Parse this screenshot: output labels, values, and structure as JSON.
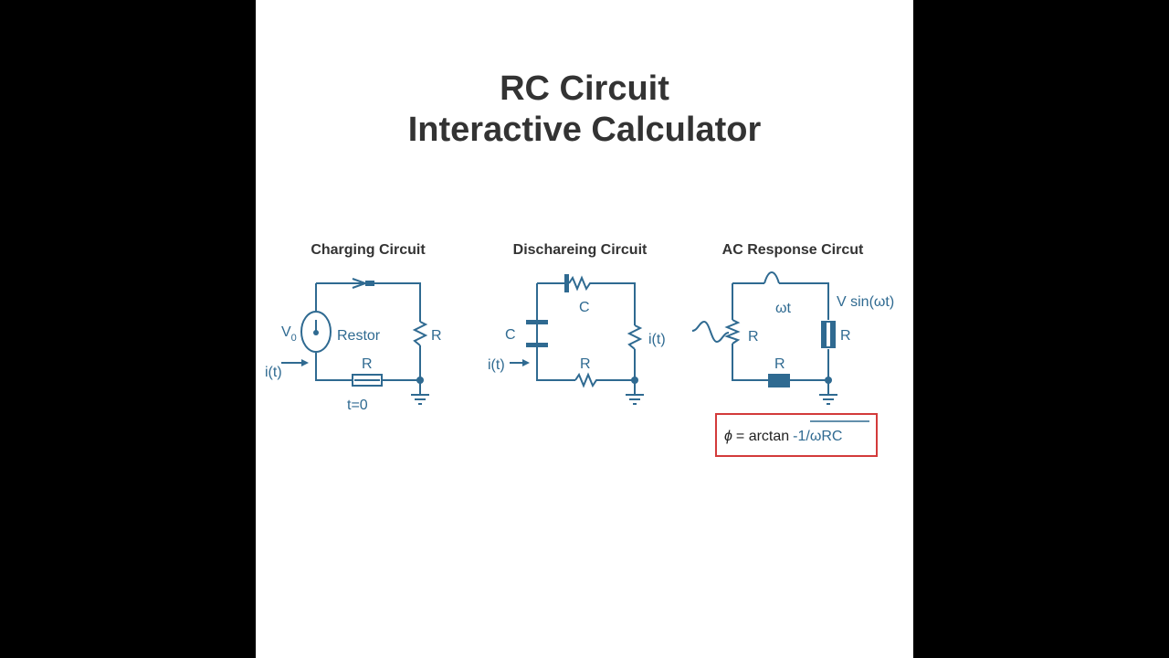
{
  "title": {
    "line1": "RC Circuit",
    "line2": "Interactive Calculator"
  },
  "colors": {
    "background": "#ffffff",
    "title_text": "#333333",
    "circuit": "#2f6a91",
    "formula_border": "#d33a3a",
    "letterbox": "#000000"
  },
  "circuits": {
    "charging": {
      "title": "Charging Circuit",
      "source_label": "V",
      "source_subscript": "0",
      "source_name": "Restor",
      "resistor_right": "R",
      "resistor_bottom": "R",
      "current": "i(t)",
      "switch_time": "t=0"
    },
    "discharging": {
      "title": "Dischareing Circuit",
      "cap_top": "C",
      "cap_left": "C",
      "resistor_bottom": "R",
      "current_left": "i(t)",
      "current_right": "i(t)"
    },
    "ac": {
      "title": "AC Response Circut",
      "omega_t": "ωt",
      "source": "V sin(ωt)",
      "resistor_left": "R",
      "resistor_right": "R",
      "resistor_bottom": "R"
    }
  },
  "formula": {
    "phi": "ϕ",
    "eq": "= arctan",
    "arg": "-1/ωRC"
  }
}
